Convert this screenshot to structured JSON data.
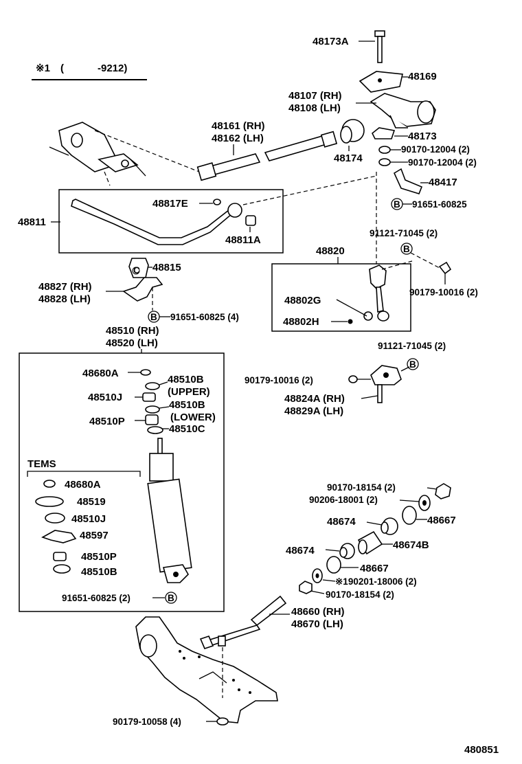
{
  "note": {
    "symbol": "※1",
    "paren_open": "(",
    "range": "-9212)"
  },
  "callouts": {
    "p48173A": "48173A",
    "p48169": "48169",
    "p48107": "48107 (RH)",
    "p48108": "48108 (LH)",
    "p48161": "48161 (RH)",
    "p48162": "48162 (LH)",
    "p48173": "48173",
    "p90170_12004_a": "90170-12004 (2)",
    "p90170_12004_b": "90170-12004 (2)",
    "p48174": "48174",
    "p48417": "48417",
    "p91651_60825_a": "91651-60825",
    "p48817E": "48817E",
    "p48811": "48811",
    "p48811A": "48811A",
    "p91121_71045_a": "91121-71045 (2)",
    "p48820": "48820",
    "p48815": "48815",
    "p48827": "48827 (RH)",
    "p48828": "48828 (LH)",
    "p48802G": "48802G",
    "p48802H": "48802H",
    "p90179_10016_a": "90179-10016 (2)",
    "p91651_60825_b": "91651-60825 (4)",
    "p48510": "48510 (RH)",
    "p48520": "48520 (LH)",
    "p91121_71045_b": "91121-71045 (2)",
    "p48680A": "48680A",
    "p48510B_u": "48510B",
    "upper": "(UPPER)",
    "p48510J": "48510J",
    "p48510B_l": "48510B",
    "lower": "(LOWER)",
    "p48510P": "48510P",
    "p48510C": "48510C",
    "p90179_10016_b": "90179-10016 (2)",
    "p48824A": "48824A (RH)",
    "p48829A": "48829A (LH)",
    "tems": "TEMS",
    "t48680A": "48680A",
    "t48519": "48519",
    "t48510J": "48510J",
    "t48597": "48597",
    "t48510P": "48510P",
    "t48510B": "48510B",
    "p90170_18154_a": "90170-18154 (2)",
    "p90206_18001": "90206-18001 (2)",
    "p48674_a": "48674",
    "p48667_a": "48667",
    "p48674B": "48674B",
    "p48674_b": "48674",
    "p48667_b": "48667",
    "p190201": "※190201-18006 (2)",
    "p90170_18154_b": "90170-18154 (2)",
    "p91651_60825_c": "91651-60825 (2)",
    "p48660": "48660 (RH)",
    "p48670": "48670 (LH)",
    "p90179_10058": "90179-10058 (4)",
    "diagram_id": "480851"
  },
  "ref_marks": {
    "B": "B",
    "C": "C"
  }
}
